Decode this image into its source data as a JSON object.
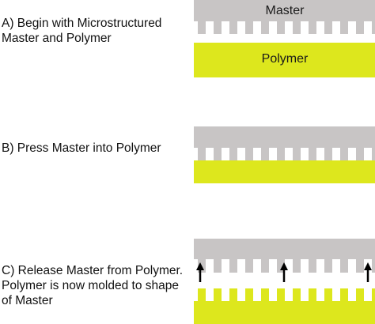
{
  "steps": [
    {
      "id": "A",
      "text": "A) Begin with Microstructured\nMaster and Polymer"
    },
    {
      "id": "B",
      "text": "B) Press Master into Polymer"
    },
    {
      "id": "C",
      "text": "C) Release Master from Polymer.\nPolymer is now molded to shape\nof Master"
    }
  ],
  "layers": {
    "master_label": "Master",
    "polymer_label": "Polymer"
  },
  "colors": {
    "master": "#c8c5c5",
    "polymer": "#dde71d",
    "text": "#111111",
    "arrow": "#000000"
  },
  "release_arrows": 3
}
